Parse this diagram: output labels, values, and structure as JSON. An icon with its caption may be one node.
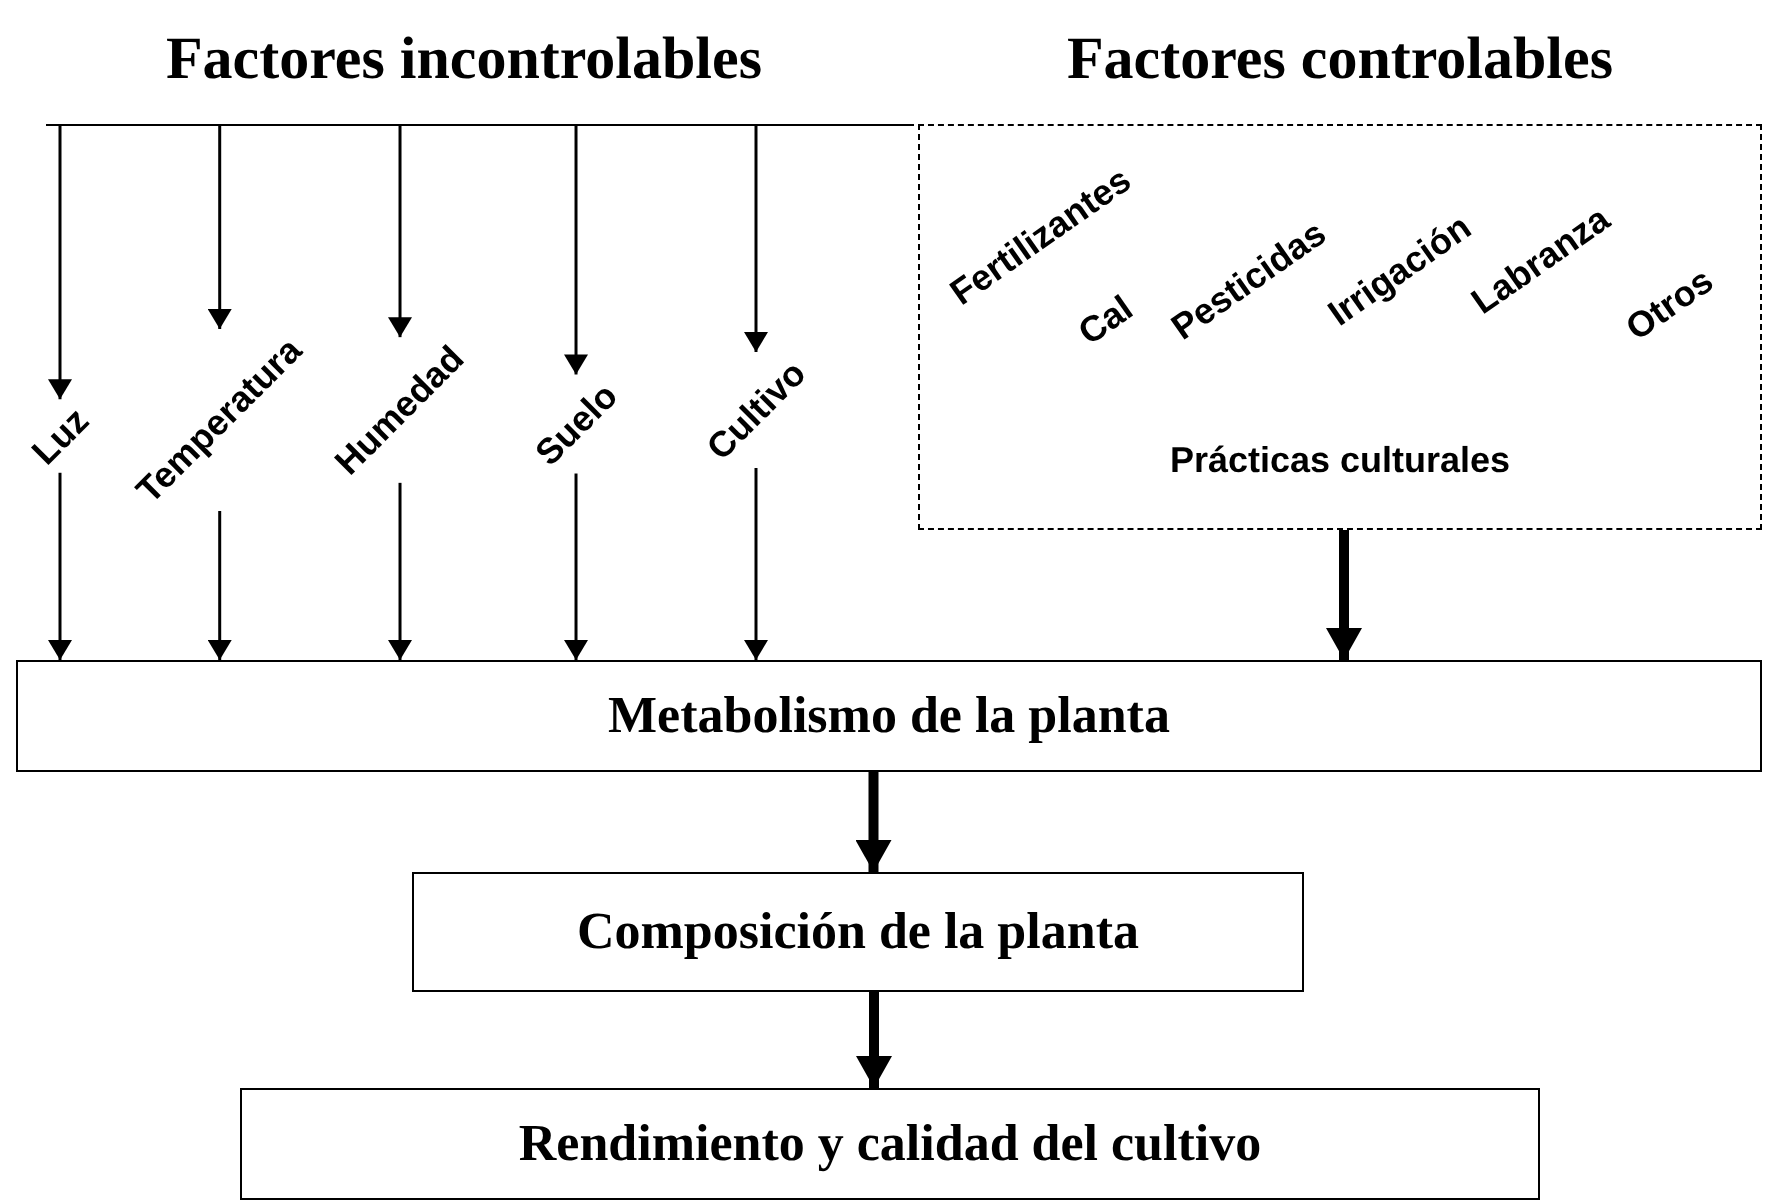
{
  "diagram": {
    "nodes": [
      {
        "text": [
          "Factores incontrolables"
        ]
      },
      {
        "text": [
          "Factores controlables",
          "Prácticas culturales"
        ]
      },
      {
        "text": [
          "Luz"
        ]
      },
      {
        "text": [
          "Temperatura"
        ]
      },
      {
        "text": [
          "Humedad"
        ]
      },
      {
        "text": [
          "Suelo"
        ]
      },
      {
        "text": [
          "Cultivo"
        ]
      },
      {
        "text": [
          "Metabolismo de la planta"
        ]
      },
      {
        "text": [
          "Composición de la planta"
        ]
      },
      {
        "text": [
          "Rendimiento y calidad del cultivo"
        ]
      }
    ],
    "edges": [
      {
        "from": 0,
        "to": 2,
        "arrow": "to"
      },
      {
        "from": 0,
        "to": 3,
        "arrow": "to"
      },
      {
        "from": 0,
        "to": 4,
        "arrow": "to"
      },
      {
        "from": 0,
        "to": 5,
        "arrow": "to"
      },
      {
        "from": 0,
        "to": 6,
        "arrow": "to"
      },
      {
        "from": 2,
        "to": 7,
        "arrow": "to"
      },
      {
        "from": 3,
        "to": 7,
        "arrow": "to"
      },
      {
        "from": 4,
        "to": 7,
        "arrow": "to"
      },
      {
        "from": 5,
        "to": 7,
        "arrow": "to"
      },
      {
        "from": 6,
        "to": 7,
        "arrow": "to"
      },
      {
        "from": 1,
        "to": 7,
        "arrow": "to",
        "style": "thick"
      },
      {
        "from": 7,
        "to": 8,
        "arrow": "to",
        "style": "thick"
      },
      {
        "from": 8,
        "to": 9,
        "arrow": "to",
        "style": "thick"
      }
    ],
    "labels": [
      "Fertilizantes",
      "Cal",
      "Pesticidas",
      "Irrigación",
      "Labranza",
      "Otros"
    ]
  }
}
